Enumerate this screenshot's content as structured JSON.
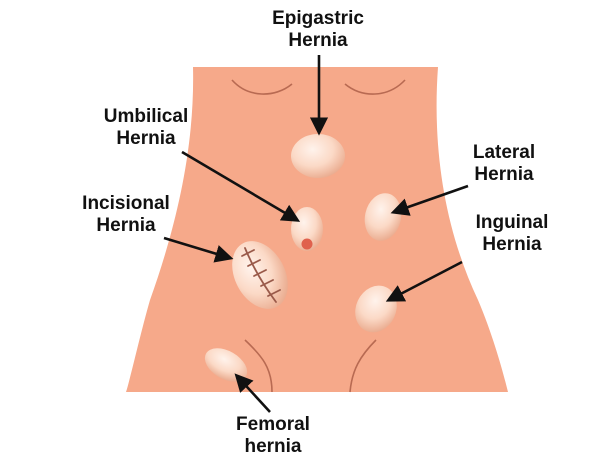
{
  "colors": {
    "skin": "#f6a98a",
    "skin_outline": "#b86a52",
    "bulge": "#fde2d2",
    "bulge_shade": "#efbda6",
    "arrow": "#111111",
    "scar": "#9a5a4a",
    "navel": "#e0614d"
  },
  "labels": {
    "epigastric": [
      "Epigastric",
      "Hernia"
    ],
    "umbilical": [
      "Umbilical",
      "Hernia"
    ],
    "incisional": [
      "Incisional",
      "Hernia"
    ],
    "lateral": [
      "Lateral",
      "Hernia"
    ],
    "inguinal": [
      "Inguinal",
      "Hernia"
    ],
    "femoral": [
      "Femoral",
      "hernia"
    ]
  }
}
